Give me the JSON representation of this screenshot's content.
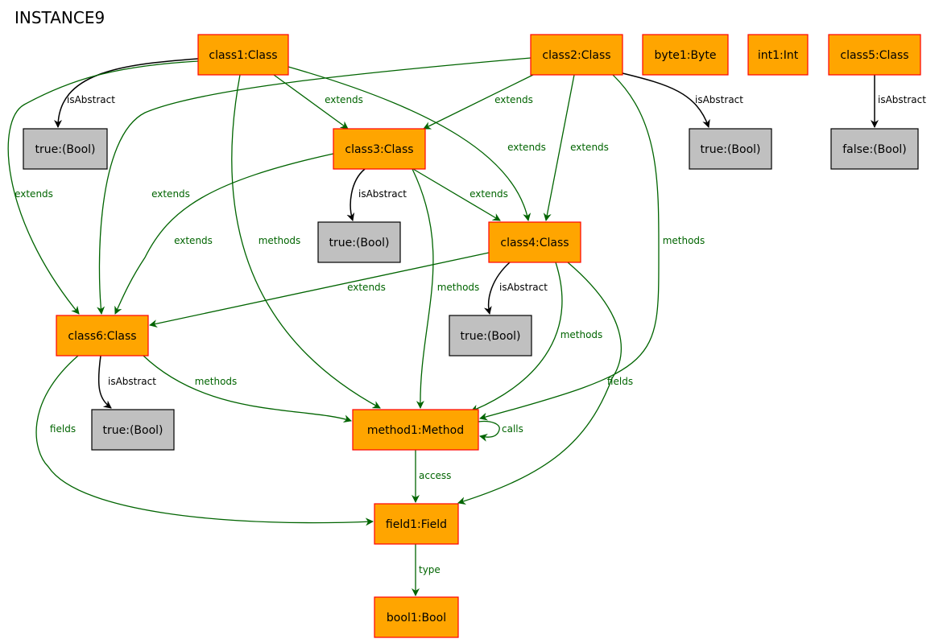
{
  "title": "INSTANCE9",
  "colors": {
    "object_fill": "#ffa500",
    "object_stroke": "#ff0000",
    "value_fill": "#c0c0c0",
    "value_stroke": "#000000",
    "relation_edge": "#006400",
    "attribute_edge": "#000000"
  },
  "nodes": [
    {
      "id": "class1",
      "label": "class1:Class",
      "kind": "object"
    },
    {
      "id": "class2",
      "label": "class2:Class",
      "kind": "object"
    },
    {
      "id": "byte1",
      "label": "byte1:Byte",
      "kind": "object"
    },
    {
      "id": "int1",
      "label": "int1:Int",
      "kind": "object"
    },
    {
      "id": "class5",
      "label": "class5:Class",
      "kind": "object"
    },
    {
      "id": "true_c1",
      "label": "true:(Bool)",
      "kind": "value"
    },
    {
      "id": "class3",
      "label": "class3:Class",
      "kind": "object"
    },
    {
      "id": "true_c2",
      "label": "true:(Bool)",
      "kind": "value"
    },
    {
      "id": "false_c5",
      "label": "false:(Bool)",
      "kind": "value"
    },
    {
      "id": "true_c3",
      "label": "true:(Bool)",
      "kind": "value"
    },
    {
      "id": "class4",
      "label": "class4:Class",
      "kind": "object"
    },
    {
      "id": "class6",
      "label": "class6:Class",
      "kind": "object"
    },
    {
      "id": "true_c4",
      "label": "true:(Bool)",
      "kind": "value"
    },
    {
      "id": "true_c6",
      "label": "true:(Bool)",
      "kind": "value"
    },
    {
      "id": "method1",
      "label": "method1:Method",
      "kind": "object"
    },
    {
      "id": "field1",
      "label": "field1:Field",
      "kind": "object"
    },
    {
      "id": "bool1",
      "label": "bool1:Bool",
      "kind": "object"
    }
  ],
  "edges": [
    {
      "id": "e1",
      "from": "class1",
      "to": "true_c1",
      "label": "isAbstract",
      "kind": "attribute"
    },
    {
      "id": "e2",
      "from": "class1",
      "to": "class3",
      "label": "extends",
      "kind": "relation"
    },
    {
      "id": "e3",
      "from": "class1",
      "to": "class4",
      "label": "extends",
      "kind": "relation"
    },
    {
      "id": "e4",
      "from": "class1",
      "to": "class6",
      "label": "extends",
      "kind": "relation"
    },
    {
      "id": "e5",
      "from": "class1",
      "to": "method1",
      "label": "methods",
      "kind": "relation"
    },
    {
      "id": "e6",
      "from": "class2",
      "to": "class3",
      "label": "extends",
      "kind": "relation"
    },
    {
      "id": "e7",
      "from": "class2",
      "to": "true_c2",
      "label": "isAbstract",
      "kind": "attribute"
    },
    {
      "id": "e8",
      "from": "class2",
      "to": "class4",
      "label": "extends",
      "kind": "relation"
    },
    {
      "id": "e9",
      "from": "class2",
      "to": "class6",
      "label": "extends",
      "kind": "relation"
    },
    {
      "id": "e10",
      "from": "class2",
      "to": "method1",
      "label": "methods",
      "kind": "relation"
    },
    {
      "id": "e11",
      "from": "class5",
      "to": "false_c5",
      "label": "isAbstract",
      "kind": "attribute"
    },
    {
      "id": "e12",
      "from": "class3",
      "to": "true_c3",
      "label": "isAbstract",
      "kind": "attribute"
    },
    {
      "id": "e13",
      "from": "class3",
      "to": "class4",
      "label": "extends",
      "kind": "relation"
    },
    {
      "id": "e14",
      "from": "class3",
      "to": "class6",
      "label": "extends",
      "kind": "relation"
    },
    {
      "id": "e15",
      "from": "class3",
      "to": "method1",
      "label": "methods",
      "kind": "relation"
    },
    {
      "id": "e16",
      "from": "class4",
      "to": "true_c4",
      "label": "isAbstract",
      "kind": "attribute"
    },
    {
      "id": "e17",
      "from": "class4",
      "to": "class6",
      "label": "extends",
      "kind": "relation"
    },
    {
      "id": "e18",
      "from": "class4",
      "to": "method1",
      "label": "methods",
      "kind": "relation"
    },
    {
      "id": "e19",
      "from": "class4",
      "to": "field1",
      "label": "fields",
      "kind": "relation"
    },
    {
      "id": "e20",
      "from": "class6",
      "to": "true_c6",
      "label": "isAbstract",
      "kind": "attribute"
    },
    {
      "id": "e21",
      "from": "class6",
      "to": "method1",
      "label": "methods",
      "kind": "relation"
    },
    {
      "id": "e22",
      "from": "class6",
      "to": "field1",
      "label": "fields",
      "kind": "relation"
    },
    {
      "id": "e23",
      "from": "method1",
      "to": "method1",
      "label": "calls",
      "kind": "relation"
    },
    {
      "id": "e24",
      "from": "method1",
      "to": "field1",
      "label": "access",
      "kind": "relation"
    },
    {
      "id": "e25",
      "from": "field1",
      "to": "bool1",
      "label": "type",
      "kind": "relation"
    }
  ]
}
